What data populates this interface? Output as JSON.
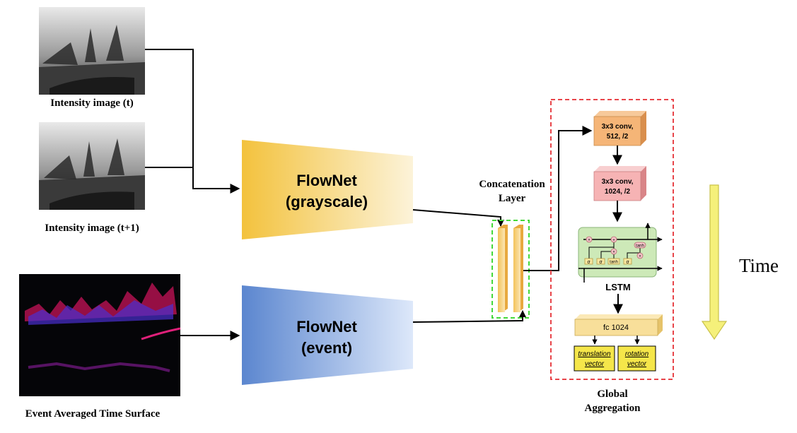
{
  "inputs": {
    "intensity_t": "Intensity image (t)",
    "intensity_t1": "Intensity image (t+1)",
    "event_surface": "Event Averaged Time Surface"
  },
  "flownet_gray": {
    "line1": "FlowNet",
    "line2": "(grayscale)"
  },
  "flownet_event": {
    "line1": "FlowNet",
    "line2": "(event)"
  },
  "concat": {
    "line1": "Concatenation",
    "line2": "Layer"
  },
  "conv1": {
    "line1": "3x3 conv,",
    "line2": "512, /2"
  },
  "conv2": {
    "line1": "3x3 conv,",
    "line2": "1024, /2"
  },
  "lstm": {
    "label": "LSTM",
    "gates": {
      "sigma": "σ",
      "tanh": "tanh",
      "times": "×",
      "plus": "+"
    }
  },
  "fc": {
    "label": "fc 1024"
  },
  "outputs": {
    "translation": {
      "line1": "translation",
      "line2": "vector"
    },
    "rotation": {
      "line1": "rotation",
      "line2": "vector"
    }
  },
  "global": {
    "line1": "Global",
    "line2": "Aggregation"
  },
  "time": {
    "label": "Time"
  },
  "colors": {
    "orange_box": "#f5b577",
    "pink_box": "#f6b3b4",
    "lstm_bg": "#cde9b8",
    "fc_box": "#f8df9a",
    "output_box": "#f5e64a",
    "time_arrow": "#f5f07a",
    "red_dash": "#e8454a",
    "green_dash": "#45d93a",
    "flownet_gray_start": "#f3c23d",
    "flownet_event_start": "#5b86cf"
  }
}
